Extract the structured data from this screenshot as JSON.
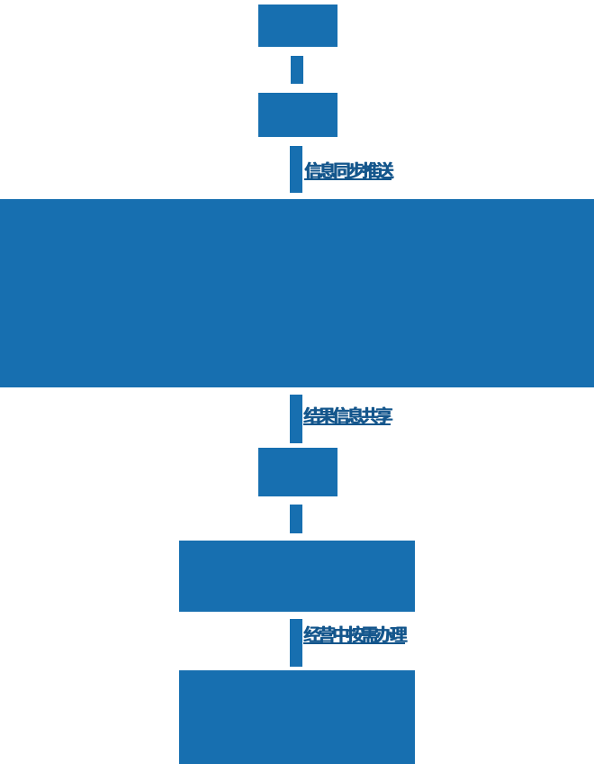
{
  "colors": {
    "background": "#ffffff",
    "node_fill": "#176fb0",
    "label_text": "#14568c"
  },
  "flowchart": {
    "connector_labels": [
      {
        "text": "信息同步推送"
      },
      {
        "text": "结果信息共享"
      },
      {
        "text": "经营中按需办理"
      }
    ]
  }
}
